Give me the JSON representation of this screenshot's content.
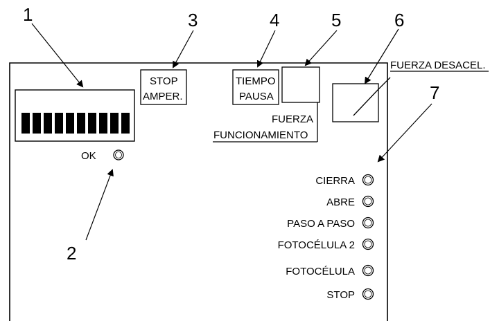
{
  "callouts": [
    "1",
    "2",
    "3",
    "4",
    "5",
    "6",
    "7"
  ],
  "labels": {
    "stop_amper_line1": "STOP",
    "stop_amper_line2": "AMPER.",
    "tiempo_pausa_line1": "TIEMPO",
    "tiempo_pausa_line2": "PAUSA",
    "fuerza_funcionamiento_line1": "FUERZA",
    "fuerza_funcionamiento_line2": "FUNCIONAMIENTO",
    "fuerza_desacel": "FUERZA DESACEL.",
    "ok": "OK"
  },
  "leds": [
    {
      "label": "CIERRA"
    },
    {
      "label": "ABRE"
    },
    {
      "label": "PASO A PASO"
    },
    {
      "label": "FOTOCÉLULA 2"
    },
    {
      "label": "FOTOCÉLULA"
    },
    {
      "label": "STOP"
    }
  ]
}
